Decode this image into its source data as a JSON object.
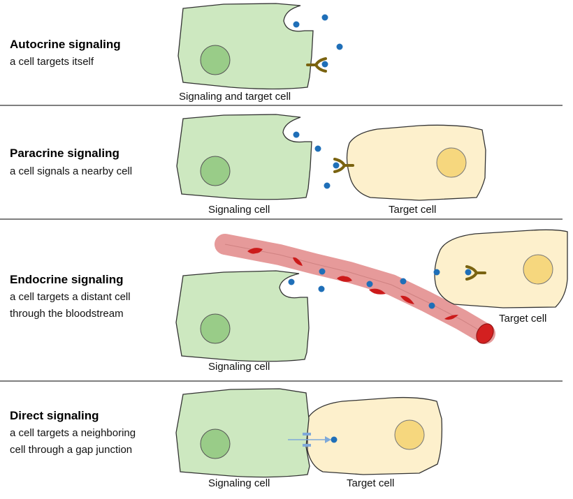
{
  "colors": {
    "signaling_cell_fill": "#cde8c0",
    "signaling_nucleus_fill": "#99cc88",
    "target_cell_fill": "#fdf0cc",
    "target_nucleus_fill": "#f6d77e",
    "outline": "#333333",
    "ligand": "#1f6fb8",
    "receptor": "#7a6310",
    "vessel": "#e69a9a",
    "vessel_cap": "#d32020",
    "blood_cell": "#cc1a1a",
    "divider": "#7f7f7f",
    "gap_junction": "#7fa9d9"
  },
  "panels": [
    {
      "title": "Autocrine signaling",
      "subtitle_lines": [
        "a cell targets itself"
      ],
      "labels": [
        "Signaling and target cell"
      ]
    },
    {
      "title": "Paracrine signaling",
      "subtitle_lines": [
        "a cell signals a nearby cell"
      ],
      "labels": [
        "Signaling cell",
        "Target cell"
      ]
    },
    {
      "title": "Endocrine signaling",
      "subtitle_lines": [
        "a cell targets a distant cell",
        "through  the bloodstream"
      ],
      "labels": [
        "Signaling cell",
        "Target cell"
      ]
    },
    {
      "title": "Direct signaling",
      "subtitle_lines": [
        "a cell targets a neighboring",
        "cell through a gap junction"
      ],
      "labels": [
        "Signaling cell",
        "Target cell"
      ]
    }
  ]
}
